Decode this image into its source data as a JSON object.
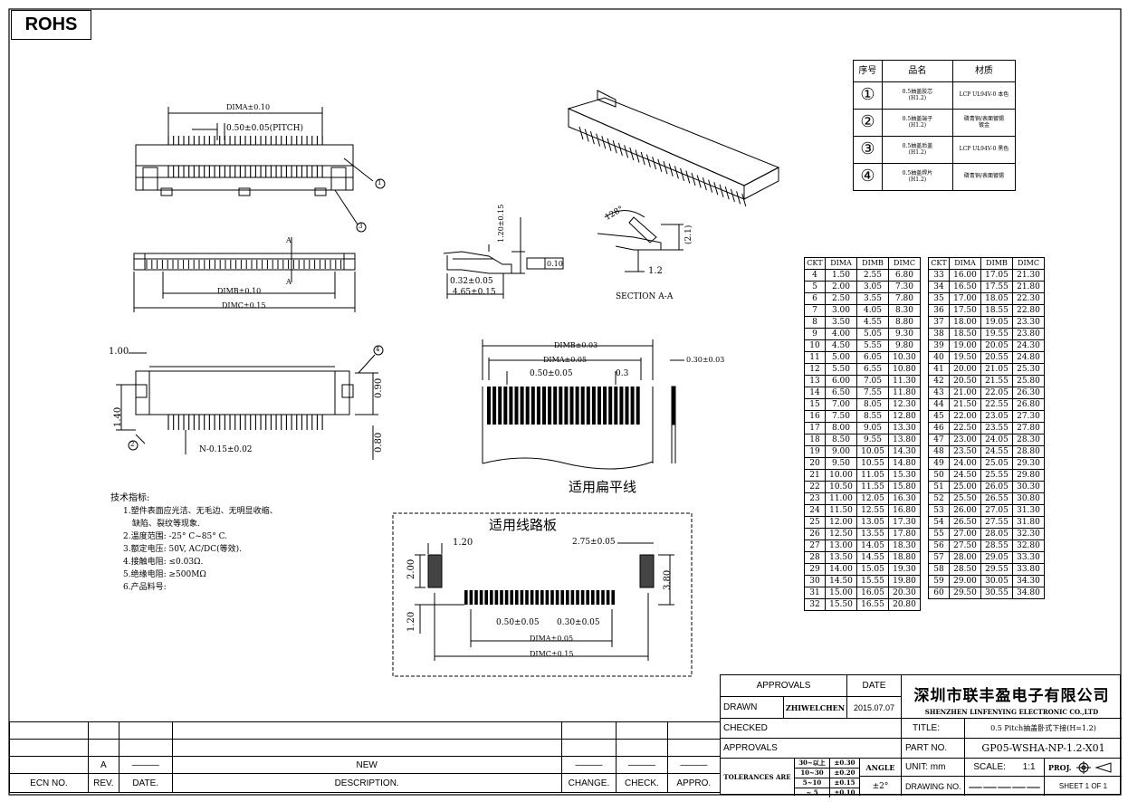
{
  "badge": "ROHS",
  "views": {
    "top_dims": {
      "dima": "DIMA±0.10",
      "pitch": "0.50±0.05(PITCH)",
      "callout_1": "1",
      "callout_3": "3"
    },
    "front_dims": {
      "section_mark_a1": "A",
      "section_mark_a2": "A",
      "dimb": "DIMB±0.10",
      "dimc": "DIMC±0.15"
    },
    "profile_dims": {
      "height": "1.20±0.15",
      "tol": "0.10",
      "d032": "0.32±0.05",
      "d465": "4.65±0.15"
    },
    "section": {
      "angle": "128°",
      "d21": "(2.1)",
      "d12": "1.2",
      "label": "SECTION A-A"
    },
    "side_dims": {
      "d100": "1.00",
      "d140": "1.40",
      "d090": "0.90",
      "d080": "0.80",
      "n": "N-0.15±0.02",
      "callout_2": "2",
      "callout_4": "4"
    },
    "fpc": {
      "dimb": "DIMB±0.03",
      "dima": "DIMA±0.05",
      "pitch": "0.50±0.05",
      "w03": "0.3",
      "thick": "0.30±0.03",
      "caption": "适用扁平线"
    }
  },
  "specs": {
    "title": "技术指标:",
    "items": [
      "1.塑件表面应光洁、无毛边、无明显收缩、",
      "缺陷、裂纹等现象.",
      "2.温度范围: -25° C~85° C.",
      "3.额定电压: 50V, AC/DC(等效).",
      "4.接触电阻: ≤0.03Ω.",
      "5.绝缘电阻: ≥500MΩ",
      "6.产品料号:"
    ]
  },
  "pcb": {
    "title": "适用线路板",
    "d120a": "1.20",
    "d275": "2.75±0.05",
    "d200": "2.00",
    "d380": "3.80",
    "d120b": "1.20",
    "pitch": "0.50±0.05",
    "d030": "0.30±0.05",
    "dima": "DIMA±0.05",
    "dimc": "DIMC±0.15"
  },
  "materials": {
    "headers": [
      "序号",
      "品名",
      "材质"
    ],
    "rows": [
      {
        "no": "①",
        "name": "0.5抽盖胶芯",
        "sub": "(H1.2)",
        "mat": "LCP UL94V-0 本色",
        "mat2": ""
      },
      {
        "no": "②",
        "name": "0.5抽盖端子",
        "sub": "(H1.2)",
        "mat": "磷青铜/表面镀锡",
        "mat2": "镀金"
      },
      {
        "no": "③",
        "name": "0.5抽盖后盖",
        "sub": "(H1.2)",
        "mat": "LCP UL94V-0 黑色",
        "mat2": ""
      },
      {
        "no": "④",
        "name": "0.5抽盖焊片",
        "sub": "(H1.2)",
        "mat": "磷青铜/表面镀锡",
        "mat2": ""
      }
    ]
  },
  "ckt_table": {
    "headers": [
      "CKT",
      "DIMA",
      "DIMB",
      "DIMC"
    ],
    "left": [
      [
        "4",
        "1.50",
        "2.55",
        "6.80"
      ],
      [
        "5",
        "2.00",
        "3.05",
        "7.30"
      ],
      [
        "6",
        "2.50",
        "3.55",
        "7.80"
      ],
      [
        "7",
        "3.00",
        "4.05",
        "8.30"
      ],
      [
        "8",
        "3.50",
        "4.55",
        "8.80"
      ],
      [
        "9",
        "4.00",
        "5.05",
        "9.30"
      ],
      [
        "10",
        "4.50",
        "5.55",
        "9.80"
      ],
      [
        "11",
        "5.00",
        "6.05",
        "10.30"
      ],
      [
        "12",
        "5.50",
        "6.55",
        "10.80"
      ],
      [
        "13",
        "6.00",
        "7.05",
        "11.30"
      ],
      [
        "14",
        "6.50",
        "7.55",
        "11.80"
      ],
      [
        "15",
        "7.00",
        "8.05",
        "12.30"
      ],
      [
        "16",
        "7.50",
        "8.55",
        "12.80"
      ],
      [
        "17",
        "8.00",
        "9.05",
        "13.30"
      ],
      [
        "18",
        "8.50",
        "9.55",
        "13.80"
      ],
      [
        "19",
        "9.00",
        "10.05",
        "14.30"
      ],
      [
        "20",
        "9.50",
        "10.55",
        "14.80"
      ],
      [
        "21",
        "10.00",
        "11.05",
        "15.30"
      ],
      [
        "22",
        "10.50",
        "11.55",
        "15.80"
      ],
      [
        "23",
        "11.00",
        "12.05",
        "16.30"
      ],
      [
        "24",
        "11.50",
        "12.55",
        "16.80"
      ],
      [
        "25",
        "12.00",
        "13.05",
        "17.30"
      ],
      [
        "26",
        "12.50",
        "13.55",
        "17.80"
      ],
      [
        "27",
        "13.00",
        "14.05",
        "18.30"
      ],
      [
        "28",
        "13.50",
        "14.55",
        "18.80"
      ],
      [
        "29",
        "14.00",
        "15.05",
        "19.30"
      ],
      [
        "30",
        "14.50",
        "15.55",
        "19.80"
      ],
      [
        "31",
        "15.00",
        "16.05",
        "20.30"
      ],
      [
        "32",
        "15.50",
        "16.55",
        "20.80"
      ]
    ],
    "right": [
      [
        "33",
        "16.00",
        "17.05",
        "21.30"
      ],
      [
        "34",
        "16.50",
        "17.55",
        "21.80"
      ],
      [
        "35",
        "17.00",
        "18.05",
        "22.30"
      ],
      [
        "36",
        "17.50",
        "18.55",
        "22.80"
      ],
      [
        "37",
        "18.00",
        "19.05",
        "23.30"
      ],
      [
        "38",
        "18.50",
        "19.55",
        "23.80"
      ],
      [
        "39",
        "19.00",
        "20.05",
        "24.30"
      ],
      [
        "40",
        "19.50",
        "20.55",
        "24.80"
      ],
      [
        "41",
        "20.00",
        "21.05",
        "25.30"
      ],
      [
        "42",
        "20.50",
        "21.55",
        "25.80"
      ],
      [
        "43",
        "21.00",
        "22.05",
        "26.30"
      ],
      [
        "44",
        "21.50",
        "22.55",
        "26.80"
      ],
      [
        "45",
        "22.00",
        "23.05",
        "27.30"
      ],
      [
        "46",
        "22.50",
        "23.55",
        "27.80"
      ],
      [
        "47",
        "23.00",
        "24.05",
        "28.30"
      ],
      [
        "48",
        "23.50",
        "24.55",
        "28.80"
      ],
      [
        "49",
        "24.00",
        "25.05",
        "29.30"
      ],
      [
        "50",
        "24.50",
        "25.55",
        "29.80"
      ],
      [
        "51",
        "25.00",
        "26.05",
        "30.30"
      ],
      [
        "52",
        "25.50",
        "26.55",
        "30.80"
      ],
      [
        "53",
        "26.00",
        "27.05",
        "31.30"
      ],
      [
        "54",
        "26.50",
        "27.55",
        "31.80"
      ],
      [
        "55",
        "27.00",
        "28.05",
        "32.30"
      ],
      [
        "56",
        "27.50",
        "28.55",
        "32.80"
      ],
      [
        "57",
        "28.00",
        "29.05",
        "33.30"
      ],
      [
        "58",
        "28.50",
        "29.55",
        "33.80"
      ],
      [
        "59",
        "29.00",
        "30.05",
        "34.30"
      ],
      [
        "60",
        "29.50",
        "30.55",
        "34.80"
      ]
    ]
  },
  "revision": {
    "rev": "A",
    "desc": "NEW",
    "headers": [
      "ECN NO.",
      "REV.",
      "DATE.",
      "DESCRIPTION.",
      "CHANGE.",
      "CHECK.",
      "APPRO."
    ]
  },
  "title_block": {
    "approvals_hdr": "APPROVALS",
    "date_hdr": "DATE",
    "drawn_label": "DRAWN",
    "drawn_by": "ZHIWELCHEN",
    "drawn_date": "2015.07.07",
    "checked_label": "CHECKED",
    "approvals_label": "APPROVALS",
    "company_cn": "深圳市联丰盈电子有限公司",
    "company_en": "SHENZHEN LINFENYING ELECTRONIC CO.,LTD",
    "title_label": "TITLE:",
    "title_value": "0.5 Pitch抽盖卧式下接(H=1.2)",
    "part_label": "PART NO.",
    "part_value": "GP05-WSHA-NP-1.2-X01",
    "tol_label": "TOLERANCES ARE",
    "tol_rows": [
      [
        "30~以上",
        "±0.30"
      ],
      [
        "10~30",
        "±0.20"
      ],
      [
        "5~10",
        "±0.15"
      ],
      [
        "~ 5",
        "±0.10"
      ]
    ],
    "angle_label": "ANGLE",
    "angle_value": "±2°",
    "unit_label": "UNIT: mm",
    "scale_label": "SCALE:",
    "scale_value": "1:1",
    "proj_label": "PROJ.",
    "drawing_label": "DRAWING NO.",
    "sheet_label": "SHEET 1 OF 1"
  }
}
